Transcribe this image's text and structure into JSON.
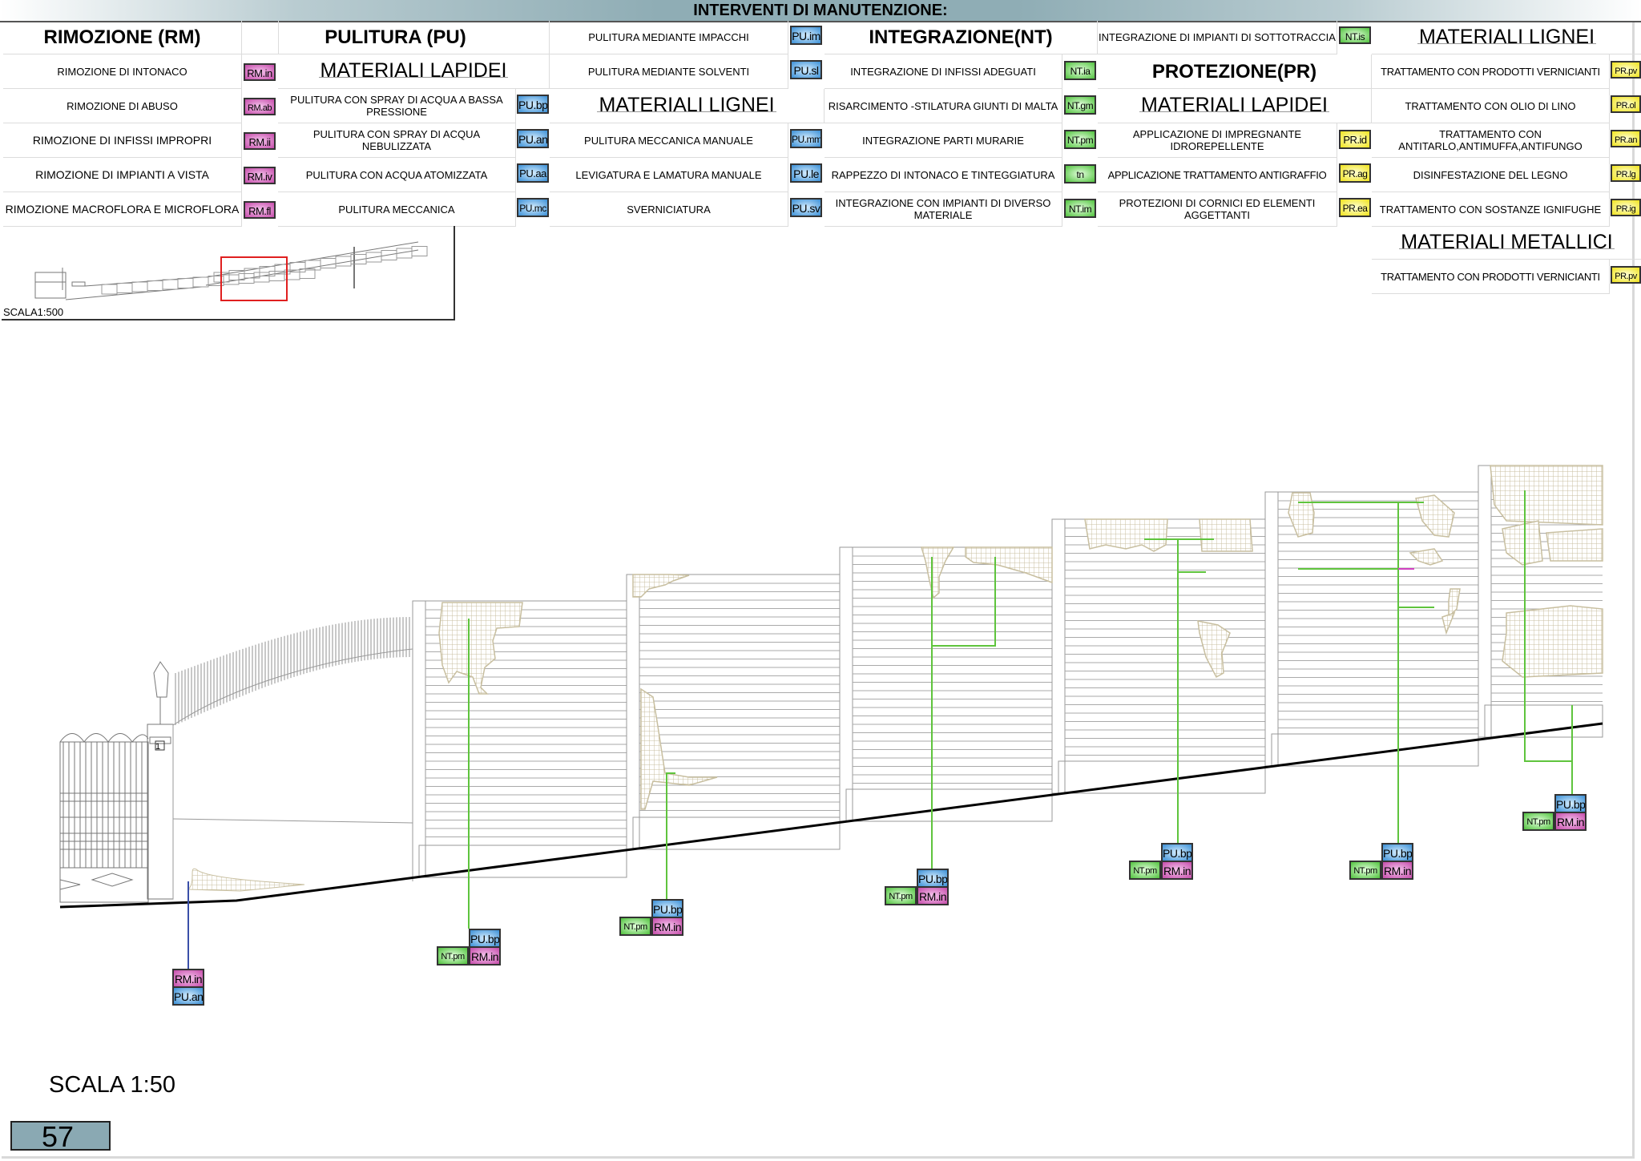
{
  "title": "INTERVENTI DI MANUTENZIONE:",
  "colors": {
    "rm": "#c54aa9",
    "pu": "#3a8fd6",
    "nt": "#4fc23c",
    "pr": "#f0e31a",
    "degrado": "#c8bfa0",
    "leader_green": "#5fc43d",
    "leader_blue": "#3a4fa8",
    "title_bar": "#8fadb5"
  },
  "legend": {
    "rm": {
      "header": "RIMOZIONE (RM)",
      "items": [
        {
          "label": "RIMOZIONE DI INTONACO",
          "code": "RM.in"
        },
        {
          "label": "RIMOZIONE DI ABUSO",
          "code": "RM.ab"
        },
        {
          "label": "RIMOZIONE DI INFISSI IMPROPRI",
          "code": "RM.ii"
        },
        {
          "label": "RIMOZIONE DI IMPIANTI A VISTA",
          "code": "RM.iv"
        },
        {
          "label": "RIMOZIONE MACROFLORA E MICROFLORA",
          "code": "RM.fl"
        }
      ]
    },
    "pu": {
      "header": "PULITURA (PU)",
      "sub_lapidei": "MATERIALI LAPIDEI",
      "lapidei": [
        {
          "label": "PULITURA CON SPRAY DI ACQUA A BASSA PRESSIONE",
          "code": "PU.bp"
        },
        {
          "label": "PULITURA CON SPRAY DI ACQUA NEBULIZZATA",
          "code": "PU.an"
        },
        {
          "label": "PULITURA CON  ACQUA ATOMIZZATA",
          "code": "PU.aa"
        },
        {
          "label": "PULITURA MECCANICA",
          "code": "PU.mc"
        }
      ],
      "col2_top": [
        {
          "label": "PULITURA  MEDIANTE IMPACCHI",
          "code": "PU.im"
        },
        {
          "label": "PULITURA MEDIANTE SOLVENTI",
          "code": "PU.sl"
        }
      ],
      "sub_lignei": "MATERIALI LIGNEI",
      "lignei": [
        {
          "label": "PULITURA MECCANICA MANUALE",
          "code": "PU.mm"
        },
        {
          "label": "LEVIGATURA E LAMATURA MANUALE",
          "code": "PU.le"
        },
        {
          "label": "SVERNICIATURA",
          "code": "PU.sv"
        }
      ]
    },
    "nt": {
      "header": "INTEGRAZIONE(NT)",
      "items": [
        {
          "label": "INTEGRAZIONE DI INFISSI ADEGUATI",
          "code": "NT.ia"
        },
        {
          "label": "RISARCIMENTO -STILATURA GIUNTI DI MALTA",
          "code": "NT.gm"
        },
        {
          "label": "INTEGRAZIONE PARTI MURARIE",
          "code": "NT.pm"
        },
        {
          "label": "RAPPEZZO DI INTONACO E TINTEGGIATURA",
          "code": "tn"
        },
        {
          "label": "INTEGRAZIONE CON IMPIANTI DI DIVERSO MATERIALE",
          "code": "NT.im"
        }
      ],
      "extra": {
        "label": "INTEGRAZIONE DI IMPIANTI DI SOTTOTRACCIA",
        "code": "NT.is"
      }
    },
    "pr": {
      "header": "PROTEZIONE(PR)",
      "sub_lapidei": "MATERIALI LAPIDEI",
      "lapidei": [
        {
          "label": "APPLICAZIONE DI IMPREGNANTE IDROREPELLENTE",
          "code": "PR.id"
        },
        {
          "label": "APPLICAZIONE TRATTAMENTO ANTIGRAFFIO",
          "code": "PR.ag"
        },
        {
          "label": "PROTEZIONI DI CORNICI ED ELEMENTI AGGETTANTI",
          "code": "PR.ea"
        }
      ],
      "sub_lignei": "MATERIALI LIGNEI",
      "lignei": [
        {
          "label": "TRATTAMENTO CON PRODOTTI VERNICIANTI",
          "code": "PR.pv"
        },
        {
          "label": "TRATTAMENTO CON OLIO DI LINO",
          "code": "PR.ol"
        },
        {
          "label": "TRATTAMENTO CON ANTITARLO,ANTIMUFFA,ANTIFUNGO",
          "code": "PR.an"
        },
        {
          "label": "DISINFESTAZIONE DEL LEGNO",
          "code": "PR.lg"
        },
        {
          "label": "TRATTAMENTO CON SOSTANZE IGNIFUGHE",
          "code": "PR.ig"
        }
      ],
      "sub_metallici": "MATERIALI METALLICI",
      "metallici": [
        {
          "label": "TRATTAMENTO CON PRODOTTI VERNICIANTI",
          "code": "PR.pv"
        }
      ]
    }
  },
  "keyplan": {
    "scale_label": "SCALA1:500"
  },
  "drawing": {
    "pillar_number": "1",
    "callouts": [
      {
        "tags": [
          "RM.in",
          "PU.an"
        ]
      },
      {
        "tags": [
          "PU.bp",
          "NT.pm",
          "RM.in"
        ]
      },
      {
        "tags": [
          "PU.bp",
          "NT.pm",
          "RM.in"
        ]
      },
      {
        "tags": [
          "PU.bp",
          "NT.pm",
          "RM.in"
        ]
      },
      {
        "tags": [
          "PU.bp",
          "NT.pm",
          "RM.in"
        ]
      },
      {
        "tags": [
          "PU.bp",
          "NT.pm",
          "RM.in"
        ]
      },
      {
        "tags": [
          "PU.bp",
          "NT.pm",
          "RM.in"
        ]
      }
    ]
  },
  "scale_label": "SCALA 1:50",
  "page_number": "57"
}
